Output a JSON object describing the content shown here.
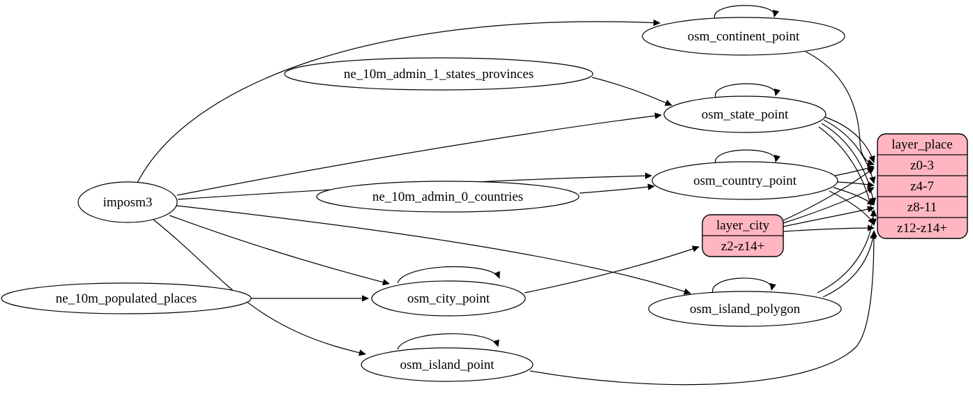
{
  "diagram": {
    "type": "etl-graph",
    "colors": {
      "background": "#ffffff",
      "edge": "#000000",
      "node_fill": "#ffffff",
      "record_fill": "#ffb6c1",
      "text": "#000000"
    },
    "nodes": {
      "imposm3": {
        "label": "imposm3",
        "shape": "ellipse"
      },
      "ne_10m_admin_1_states_provinces": {
        "label": "ne_10m_admin_1_states_provinces",
        "shape": "ellipse"
      },
      "ne_10m_admin_0_countries": {
        "label": "ne_10m_admin_0_countries",
        "shape": "ellipse"
      },
      "ne_10m_populated_places": {
        "label": "ne_10m_populated_places",
        "shape": "ellipse"
      },
      "osm_continent_point": {
        "label": "osm_continent_point",
        "shape": "ellipse"
      },
      "osm_state_point": {
        "label": "osm_state_point",
        "shape": "ellipse"
      },
      "osm_country_point": {
        "label": "osm_country_point",
        "shape": "ellipse"
      },
      "osm_city_point": {
        "label": "osm_city_point",
        "shape": "ellipse"
      },
      "osm_island_polygon": {
        "label": "osm_island_polygon",
        "shape": "ellipse"
      },
      "osm_island_point": {
        "label": "osm_island_point",
        "shape": "ellipse"
      },
      "layer_place": {
        "title": "layer_place",
        "shape": "record",
        "rows": [
          "z0-3",
          "z4-7",
          "z8-11",
          "z12-z14+"
        ]
      },
      "layer_city": {
        "title": "layer_city",
        "shape": "record",
        "rows": [
          "z2-z14+"
        ]
      }
    },
    "edges": [
      {
        "from": "imposm3",
        "to": "osm_continent_point"
      },
      {
        "from": "imposm3",
        "to": "osm_state_point"
      },
      {
        "from": "imposm3",
        "to": "osm_country_point"
      },
      {
        "from": "imposm3",
        "to": "osm_city_point"
      },
      {
        "from": "imposm3",
        "to": "osm_island_polygon"
      },
      {
        "from": "imposm3",
        "to": "osm_island_point"
      },
      {
        "from": "ne_10m_admin_1_states_provinces",
        "to": "osm_state_point"
      },
      {
        "from": "ne_10m_admin_0_countries",
        "to": "osm_country_point"
      },
      {
        "from": "ne_10m_populated_places",
        "to": "osm_city_point"
      },
      {
        "from": "osm_continent_point",
        "to": "osm_continent_point"
      },
      {
        "from": "osm_state_point",
        "to": "osm_state_point"
      },
      {
        "from": "osm_country_point",
        "to": "osm_country_point"
      },
      {
        "from": "osm_city_point",
        "to": "osm_city_point"
      },
      {
        "from": "osm_island_polygon",
        "to": "osm_island_polygon"
      },
      {
        "from": "osm_island_point",
        "to": "osm_island_point"
      },
      {
        "from": "osm_continent_point",
        "to": "layer_place:z0-3"
      },
      {
        "from": "osm_state_point",
        "to": "layer_place:z0-3"
      },
      {
        "from": "osm_state_point",
        "to": "layer_place:z4-7"
      },
      {
        "from": "osm_state_point",
        "to": "layer_place:z8-11"
      },
      {
        "from": "osm_state_point",
        "to": "layer_place:z12-z14+"
      },
      {
        "from": "osm_country_point",
        "to": "layer_place:z0-3"
      },
      {
        "from": "osm_country_point",
        "to": "layer_place:z4-7"
      },
      {
        "from": "osm_country_point",
        "to": "layer_place:z8-11"
      },
      {
        "from": "osm_country_point",
        "to": "layer_place:z12-z14+"
      },
      {
        "from": "osm_city_point",
        "to": "layer_city:z2-z14+"
      },
      {
        "from": "layer_city",
        "to": "layer_place:z0-3"
      },
      {
        "from": "layer_city",
        "to": "layer_place:z4-7"
      },
      {
        "from": "layer_city",
        "to": "layer_place:z8-11"
      },
      {
        "from": "layer_city",
        "to": "layer_place:z12-z14+"
      },
      {
        "from": "osm_island_polygon",
        "to": "layer_place:z8-11"
      },
      {
        "from": "osm_island_polygon",
        "to": "layer_place:z12-z14+"
      },
      {
        "from": "osm_island_point",
        "to": "layer_place:z12-z14+"
      }
    ]
  }
}
